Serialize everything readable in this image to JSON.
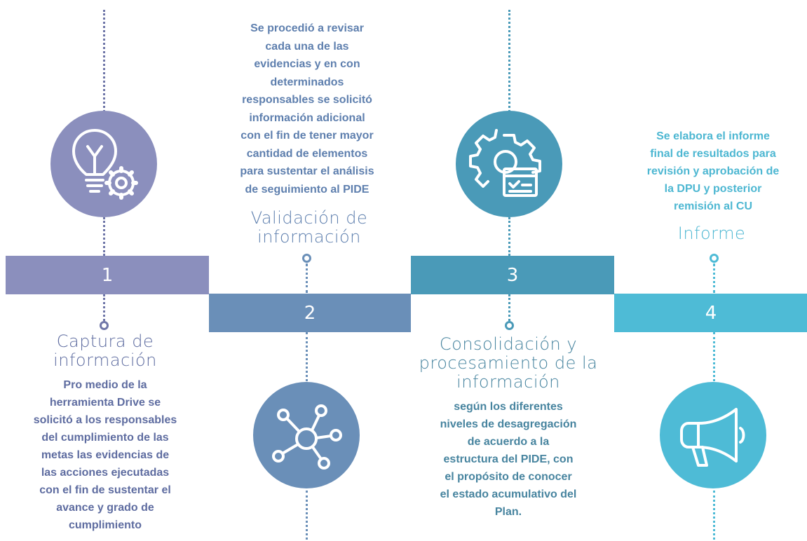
{
  "colors": {
    "step1": "#8b8fbd",
    "step2": "#6a8fb8",
    "step3": "#4a9ab8",
    "step4": "#4ebbd6",
    "text1": "#5e6ca0",
    "text2": "#5e7fae",
    "text3": "#47849f",
    "text4": "#4db7d2"
  },
  "steps": [
    {
      "number": "1",
      "title": "Captura de información",
      "description": "Pro medio de la\nherramienta Drive se\nsolicitó a los responsables\ndel cumplimiento de las\nmetas las evidencias de\nlas acciones ejecutadas\ncon el fin de sustentar el\navance y grado de\ncumplimiento",
      "icon": "lightbulb-gear-icon"
    },
    {
      "number": "2",
      "title": "Validación de información",
      "description": "Se procedió a revisar\ncada una de las\nevidencias y en con\ndeterminados\nresponsables se solicitó\ninformación adicional\ncon el fin de tener mayor\ncantidad de elementos\npara sustentar el análisis\nde seguimiento al PIDE",
      "icon": "network-nodes-icon"
    },
    {
      "number": "3",
      "title": "Consolidación y procesamiento de la información",
      "description": "según los diferentes\nniveles de desagregación\nde acuerdo a la\nestructura del PIDE, con\nel propósito de conocer\nel estado acumulativo del\nPlan.",
      "icon": "gear-checklist-icon"
    },
    {
      "number": "4",
      "title": "Informe",
      "description": "Se elabora el informe\nfinal de resultados para\nrevisión y aprobación de\nla DPU y posterior\nremisión al CU",
      "icon": "megaphone-icon"
    }
  ]
}
